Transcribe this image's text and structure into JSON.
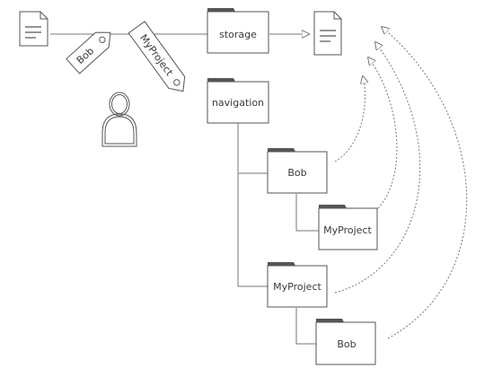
{
  "tags": {
    "first": "Bob",
    "second": "MyProject"
  },
  "folders": {
    "storage": "storage",
    "navigation": "navigation",
    "bob": "Bob",
    "bob_myproject": "MyProject",
    "myproject": "MyProject",
    "myproject_bob": "Bob"
  },
  "icons": {
    "source_document": "document-icon",
    "stored_document": "document-icon",
    "user": "user-icon",
    "tag": "tag-icon",
    "folder": "folder-icon"
  }
}
